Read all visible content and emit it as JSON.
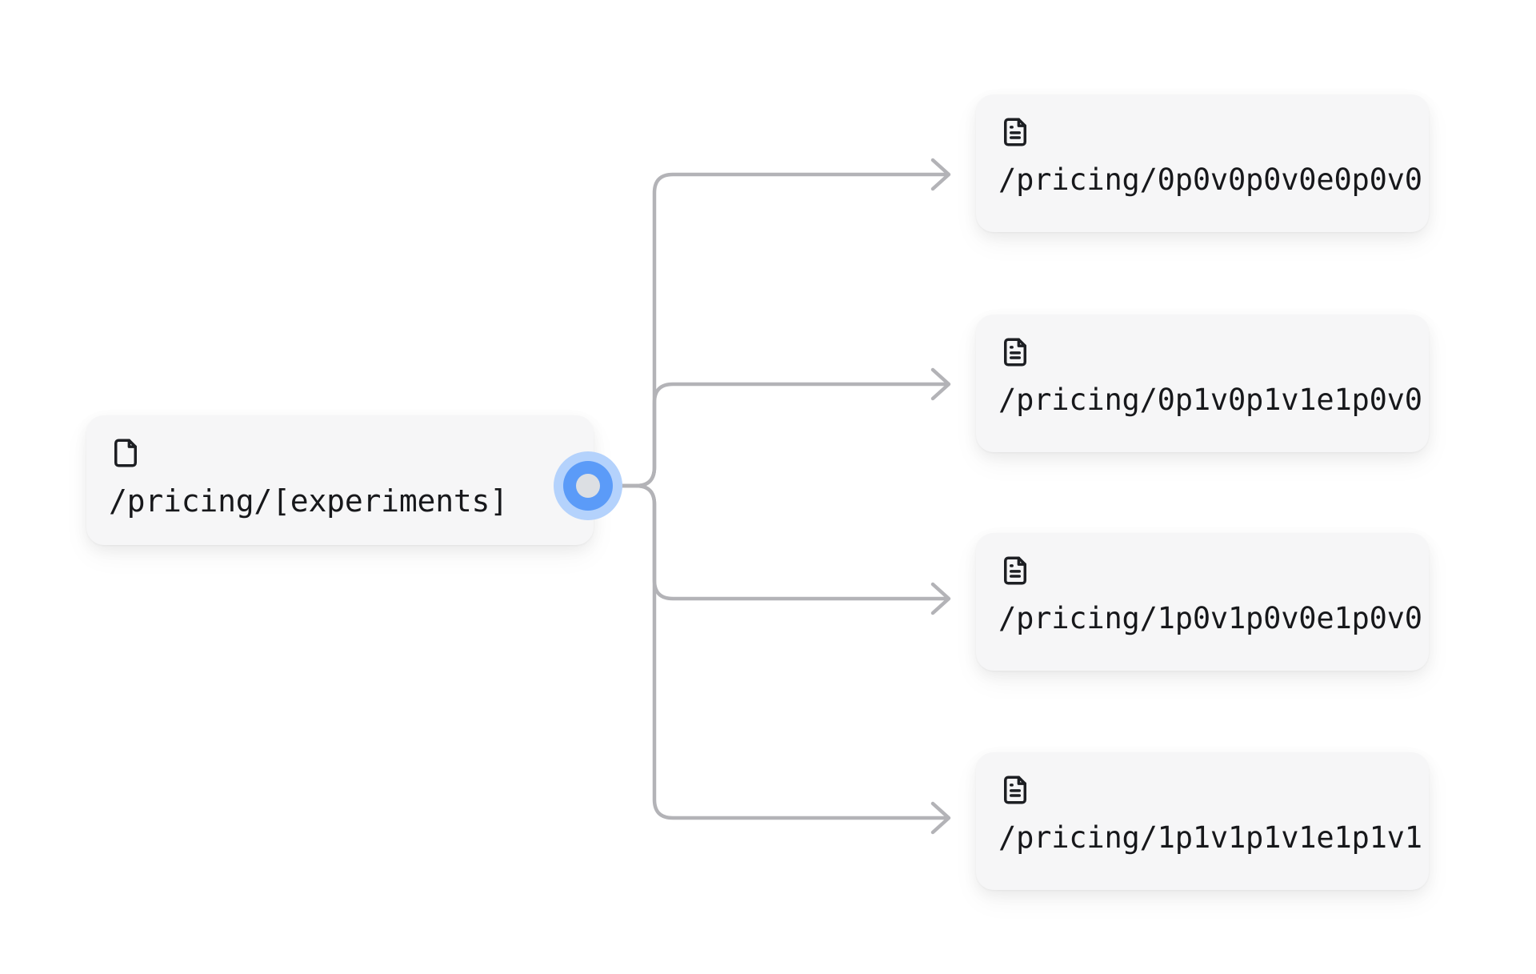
{
  "canvas": {
    "background": "#ffffff",
    "edge_color": "#b3b3b7",
    "handle_outer_color": "#b4d2fc",
    "handle_ring_color": "#5b9bf8",
    "handle_core_color": "#dcdfe3",
    "card_background": "#f6f6f7",
    "text_color": "#17181b"
  },
  "source_node": {
    "label": "/pricing/[experiments]",
    "icon": "file-icon",
    "handle_name": "source-handle"
  },
  "targets": [
    {
      "label": "/pricing/0p0v0p0v0e0p0v0",
      "icon": "file-text-icon"
    },
    {
      "label": "/pricing/0p1v0p1v1e1p0v0",
      "icon": "file-text-icon"
    },
    {
      "label": "/pricing/1p0v1p0v0e1p0v0",
      "icon": "file-text-icon"
    },
    {
      "label": "/pricing/1p1v1p1v1e1p1v1",
      "icon": "file-text-icon"
    }
  ],
  "edges": [
    {
      "from": "source-handle",
      "to": "/pricing/0p0v0p0v0e0p0v0"
    },
    {
      "from": "source-handle",
      "to": "/pricing/0p1v0p1v1e1p0v0"
    },
    {
      "from": "source-handle",
      "to": "/pricing/1p0v1p0v0e1p0v0"
    },
    {
      "from": "source-handle",
      "to": "/pricing/1p1v1p1v1e1p1v1"
    }
  ]
}
